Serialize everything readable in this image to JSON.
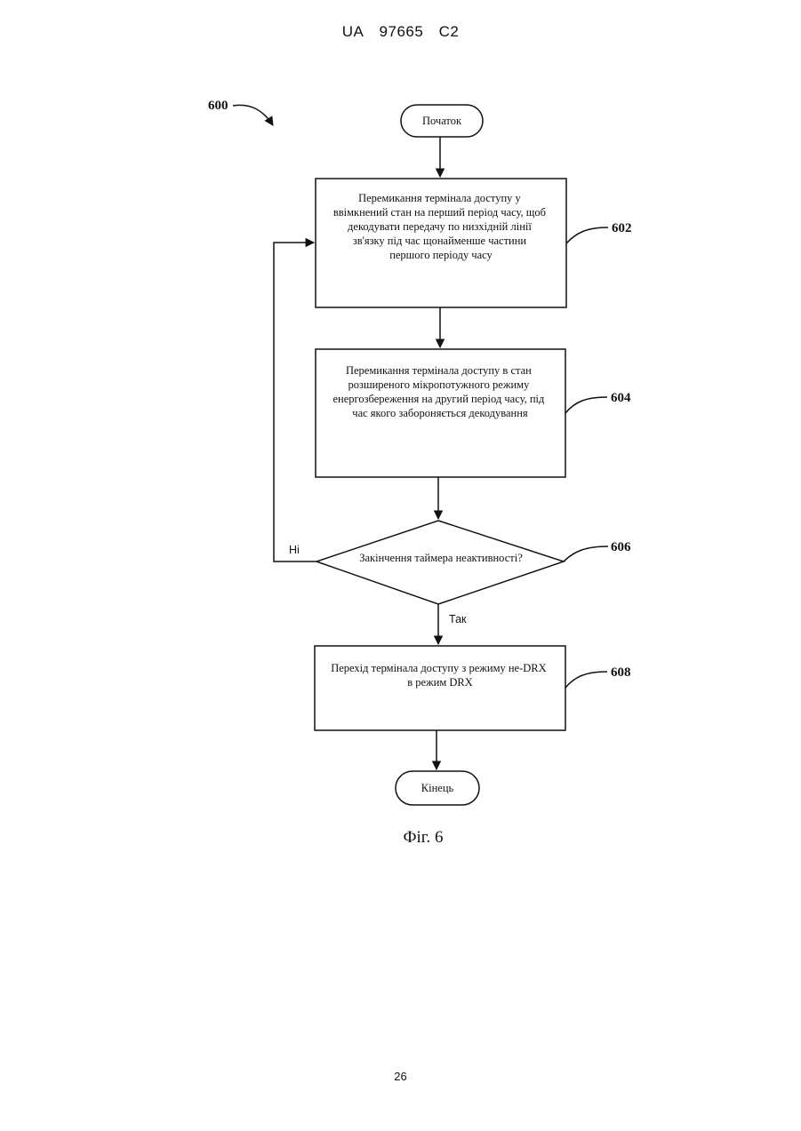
{
  "header": {
    "office": "UA",
    "number": "97665",
    "kind": "C2"
  },
  "diagram": {
    "ref_main": "600",
    "start_label": "Початок",
    "end_label": "Кінець",
    "step_602": {
      "ref": "602",
      "lines": [
        "Перемикання термінала доступу у",
        "ввімкнений стан на перший період часу, щоб",
        "декодувати передачу по низхідній лінії",
        "зв'язку під час щонайменше частини",
        "першого періоду часу"
      ]
    },
    "step_604": {
      "ref": "604",
      "lines": [
        "Перемикання термінала доступу в стан",
        "розширеного мікропотужного режиму",
        "енергозбереження на другий період часу, під",
        "час якого забороняється декодування"
      ]
    },
    "decision_606": {
      "ref": "606",
      "question": "Закінчення таймера неактивності?",
      "no_label": "Ні",
      "yes_label": "Так"
    },
    "step_608": {
      "ref": "608",
      "lines": [
        "Перехід термінала доступу з режиму не-DRX",
        "в режим DRX"
      ]
    },
    "caption": "Фіг. 6"
  },
  "footer": {
    "page_number": "26"
  }
}
